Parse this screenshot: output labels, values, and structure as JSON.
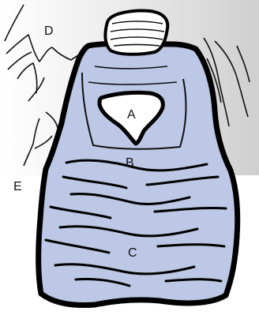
{
  "colors": {
    "background_light": "#ffffff",
    "background_gray": "#d6d6d6",
    "body_fill": "#bcc8e6",
    "outline": "#000000",
    "cavity_fill": "#ffffff"
  },
  "labels": {
    "a": "A",
    "b": "B",
    "c": "C",
    "d": "D",
    "e": "E"
  }
}
